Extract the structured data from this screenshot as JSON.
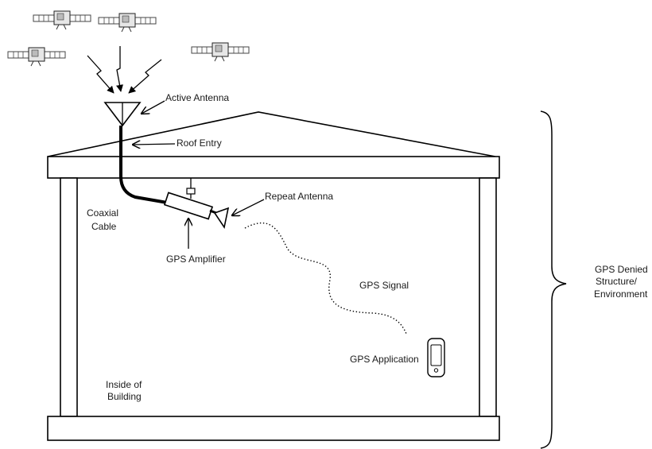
{
  "labels": {
    "active_antenna": "Active Antenna",
    "roof_entry": "Roof Entry",
    "repeat_antenna": "Repeat Antenna",
    "coaxial_line1": "Coaxial",
    "coaxial_line2": "Cable",
    "gps_amplifier": "GPS Amplifier",
    "gps_signal": "GPS Signal",
    "gps_application": "GPS Application",
    "inside_line1": "Inside of",
    "inside_line2": "Building",
    "denied_line1": "GPS Denied",
    "denied_line2": "Structure/",
    "denied_line3": "Environment"
  },
  "satellites": [
    {
      "name": "satellite-1"
    },
    {
      "name": "satellite-2"
    },
    {
      "name": "satellite-3"
    },
    {
      "name": "satellite-4"
    }
  ],
  "icons": {
    "satellite": "satellite-icon",
    "antenna": "antenna-icon",
    "amplifier": "amplifier-icon",
    "phone": "phone-icon"
  }
}
